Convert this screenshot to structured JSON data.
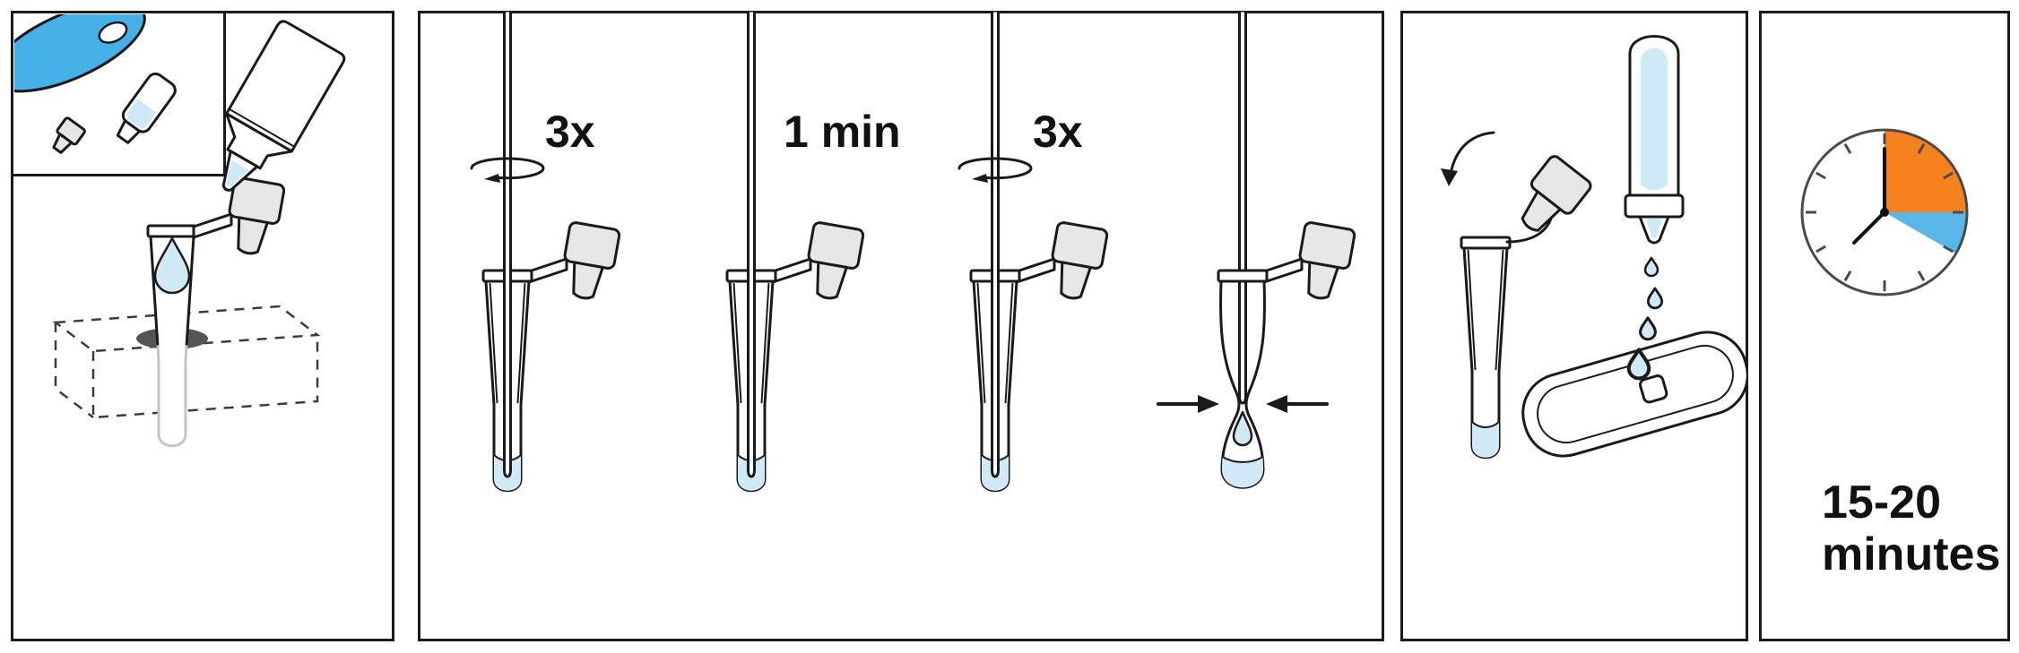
{
  "panel_mix": {
    "step1_label": "3x",
    "step2_label": "1 min",
    "step3_label": "3x"
  },
  "panel_wait": {
    "line1": "15-20",
    "line2": "minutes"
  },
  "icons": {
    "glove_thumb": "blue-gloved-thumb-opening-ampoule",
    "buffer_bottle": "tilted-dropper-bottle",
    "falling_drop": "buffer-drop",
    "extraction_tube": "sample-tube-with-attached-cap",
    "tube_stand": "dashed-outline-tube-stand",
    "swab": "swab-stick-in-tube",
    "rotation_arrow": "stir-rotation-arrow",
    "squeeze_arrows": "pinch-tube-arrows",
    "dropper_cap": "gray-dropper-tip-cap",
    "closing_arrow": "cap-closing-arrow",
    "inverted_dropper": "inverted-tube-dispensing",
    "test_cassette": "lateral-flow-test-cassette",
    "timer_clock": "clock-15-to-20-minutes"
  },
  "colors": {
    "liquid_blue": "#cfe9f7",
    "glove_blue": "#45b1e8",
    "clock_orange": "#f5821f",
    "clock_blue": "#58b7e8",
    "cap_gray": "#e6e6e6",
    "outline_black": "#1a1a1a",
    "stand_hole_gray": "#555555"
  }
}
